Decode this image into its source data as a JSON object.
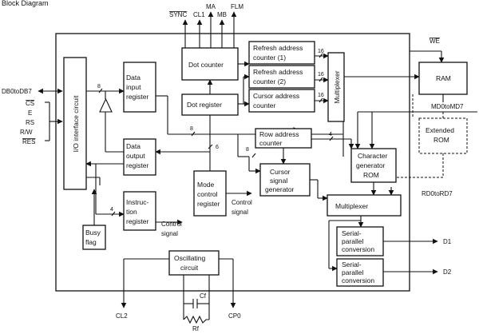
{
  "title": "Block Diagram",
  "blocks": {
    "io_interface": "I/O interface circuit",
    "data_input": [
      "Data",
      "input",
      "register"
    ],
    "data_output": [
      "Data",
      "output",
      "register"
    ],
    "instruction": [
      "Instruc-",
      "tion",
      "register"
    ],
    "busy_flag": [
      "Busy",
      "flag"
    ],
    "dot_counter": "Dot counter",
    "dot_register": "Dot register",
    "refresh1": [
      "Refresh address",
      "counter  (1)"
    ],
    "refresh2": [
      "Refresh address",
      "counter  (2)"
    ],
    "cursor_addr": [
      "Cursor address",
      "counter"
    ],
    "multiplexer_v": "Multiplexer",
    "row_addr": [
      "Row address",
      "counter"
    ],
    "cursor_gen": [
      "Cursor",
      "signal",
      "generator"
    ],
    "mode_control": [
      "Mode",
      "control",
      "register"
    ],
    "char_gen": [
      "Character",
      "generator",
      "ROM"
    ],
    "multiplexer_h": "Multiplexer",
    "ram": "RAM",
    "ext_rom": [
      "Extended",
      "ROM"
    ],
    "serial1": [
      "Serial-",
      "parallel",
      "conversion"
    ],
    "serial2": [
      "Serial-",
      "parallel",
      "conversion"
    ],
    "oscillating": [
      "Oscillating",
      "circuit"
    ]
  },
  "signals": {
    "sync": "SYNC",
    "cl1": "CL1",
    "ma": "MA",
    "mb": "MB",
    "flm": "FLM",
    "we": "WE",
    "db": "DB0toDB7",
    "cs": "CS",
    "e": "E",
    "rs": "RS",
    "rw": "R/W",
    "res": "RES",
    "md": "MD0toMD7",
    "rd": "RD0toRD7",
    "d1": "D1",
    "d2": "D2",
    "cl2": "CL2",
    "cp0": "CP0",
    "cf": "Cf",
    "rf": "Rf",
    "control1": [
      "Control",
      "signal"
    ],
    "control2": [
      "Control",
      "signal"
    ]
  },
  "bus_widths": {
    "w8a": "8",
    "w8b": "8",
    "w8c": "8",
    "w6": "6",
    "w4a": "4",
    "w4b": "4",
    "w16a": "16",
    "w16b": "16",
    "w16c": "16"
  }
}
